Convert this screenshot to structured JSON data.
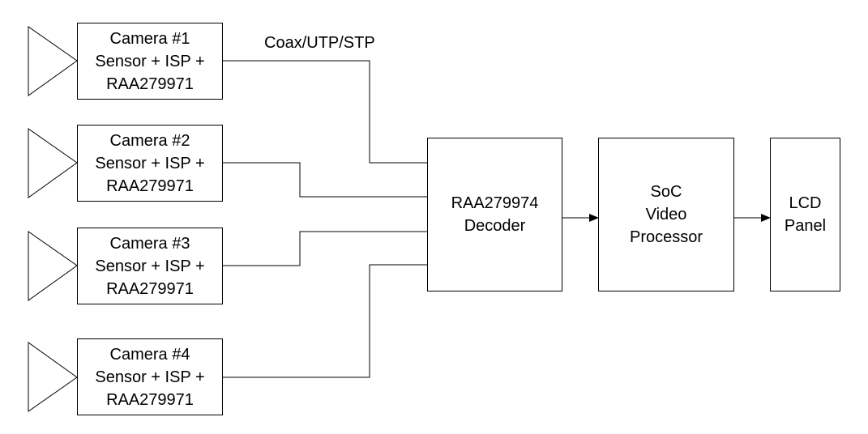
{
  "link_label": "Coax/UTP/STP",
  "cameras": [
    {
      "lines": [
        "Camera #1",
        "Sensor + ISP +",
        "RAA279971"
      ]
    },
    {
      "lines": [
        "Camera #2",
        "Sensor + ISP +",
        "RAA279971"
      ]
    },
    {
      "lines": [
        "Camera #3",
        "Sensor + ISP +",
        "RAA279971"
      ]
    },
    {
      "lines": [
        "Camera #4",
        "Sensor + ISP +",
        "RAA279971"
      ]
    }
  ],
  "decoder": {
    "lines": [
      "RAA279974",
      "Decoder"
    ]
  },
  "soc": {
    "lines": [
      "SoC",
      "Video",
      "Processor"
    ]
  },
  "lcd": {
    "lines": [
      "LCD",
      "Panel"
    ]
  }
}
